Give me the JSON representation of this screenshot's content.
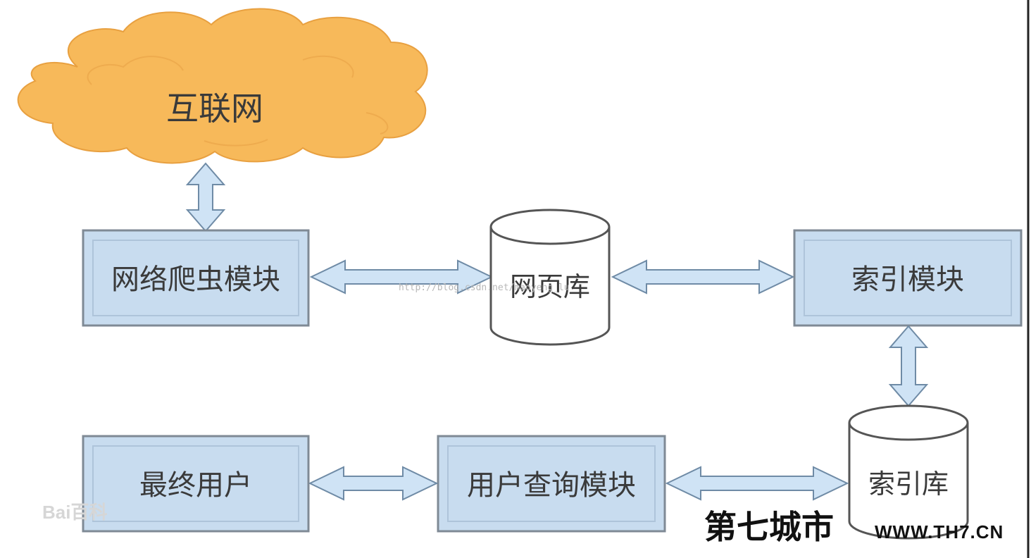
{
  "nodes": {
    "internet": "互联网",
    "crawler": "网络爬虫模块",
    "page_db": "网页库",
    "index_module": "索引模块",
    "index_db": "索引库",
    "end_user": "最终用户",
    "query_module": "用户查询模块"
  },
  "watermarks": {
    "url": "http://blog.csdn.net/maoyeng_lu",
    "baidu": "Bai百科",
    "site": "第七城市",
    "site_url": "WWW.TH7.CN"
  },
  "colors": {
    "cloud": "#f7b95a",
    "box_fill": "#cfe3f5",
    "box_stroke": "#7f8a95",
    "arrow_fill": "#cfe3f5",
    "arrow_stroke": "#6f8ba6"
  }
}
